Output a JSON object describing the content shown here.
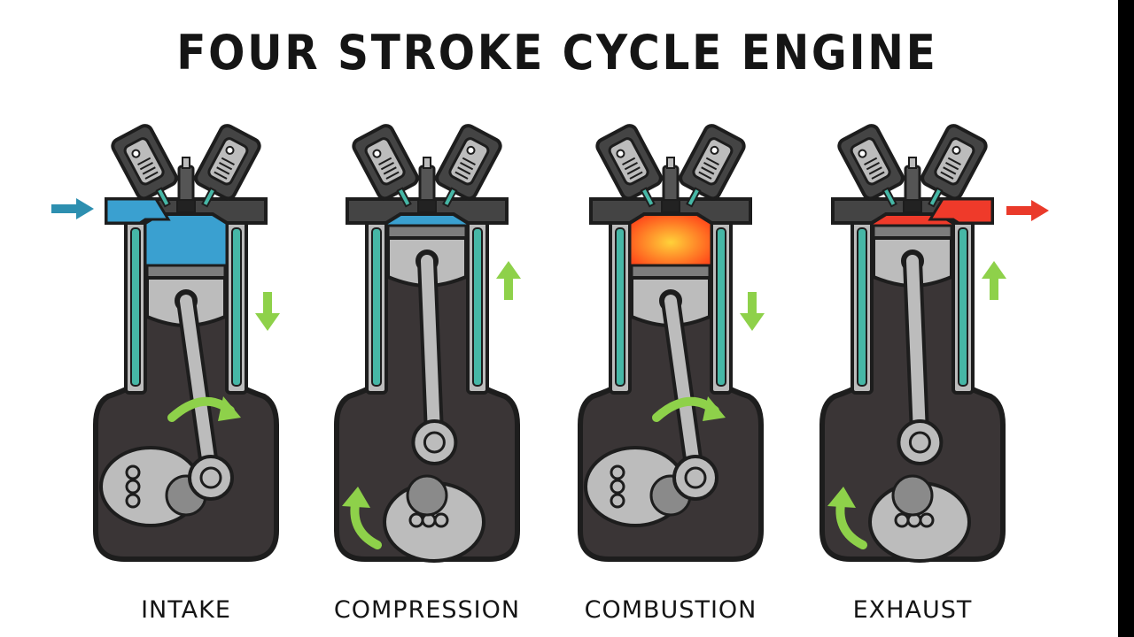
{
  "title": "FOUR STROKE CYCLE ENGINE",
  "colors": {
    "outline": "#1d1d1d",
    "crankcase": "#3a3536",
    "metal": "#bcbcbc",
    "coolant": "#46b7a6",
    "arrow": "#8ed14a",
    "intake_mix": "#3aa0d0",
    "combustion": "#ff8a1a",
    "exhaust_gas": "#ef3a2a",
    "intake_arrow": "#2d8fb0",
    "exhaust_arrow": "#ea3a2a"
  },
  "strokes": [
    {
      "label": "INTAKE",
      "piston_motion": "down",
      "chamber_fill": "intake_mix",
      "port_arrow": "in"
    },
    {
      "label": "COMPRESSION",
      "piston_motion": "up",
      "chamber_fill": "intake_mix",
      "port_arrow": "none"
    },
    {
      "label": "COMBUSTION",
      "piston_motion": "down",
      "chamber_fill": "combustion",
      "port_arrow": "none"
    },
    {
      "label": "EXHAUST",
      "piston_motion": "up",
      "chamber_fill": "exhaust_gas",
      "port_arrow": "out"
    }
  ]
}
